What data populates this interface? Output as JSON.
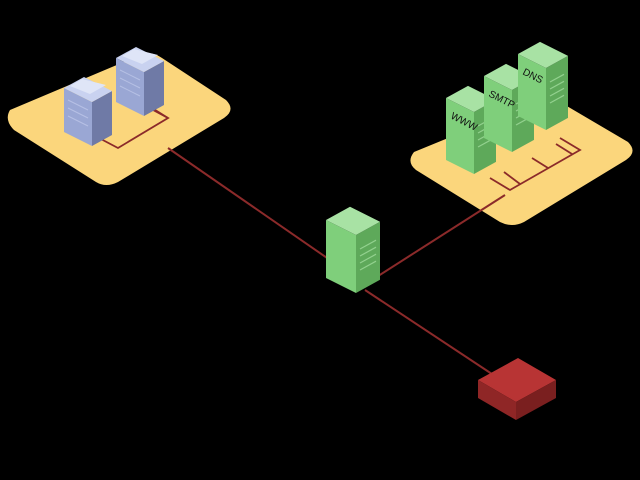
{
  "colors": {
    "background": "#000000",
    "zone_fill": "#fbd67c",
    "link": "#8b2a2a",
    "server_green_light": "#a8e2a4",
    "server_green_mid": "#7fcf7b",
    "server_green_dark": "#5ea95a",
    "workstation_light": "#c9d2f0",
    "workstation_mid": "#9aa7d4",
    "workstation_dark": "#6f7aa6",
    "router_fill": "#a32a2a",
    "router_top": "#b83434"
  },
  "internal_zone": {
    "workstations": [
      {
        "icon": "workstation-icon"
      },
      {
        "icon": "workstation-icon"
      }
    ]
  },
  "dmz_zone": {
    "servers": [
      {
        "label": "WWW",
        "icon": "server-icon"
      },
      {
        "label": "SMTP",
        "icon": "server-icon"
      },
      {
        "label": "DNS",
        "icon": "server-icon"
      }
    ]
  },
  "firewall": {
    "icon": "firewall-server-icon"
  },
  "router": {
    "icon": "router-icon"
  }
}
